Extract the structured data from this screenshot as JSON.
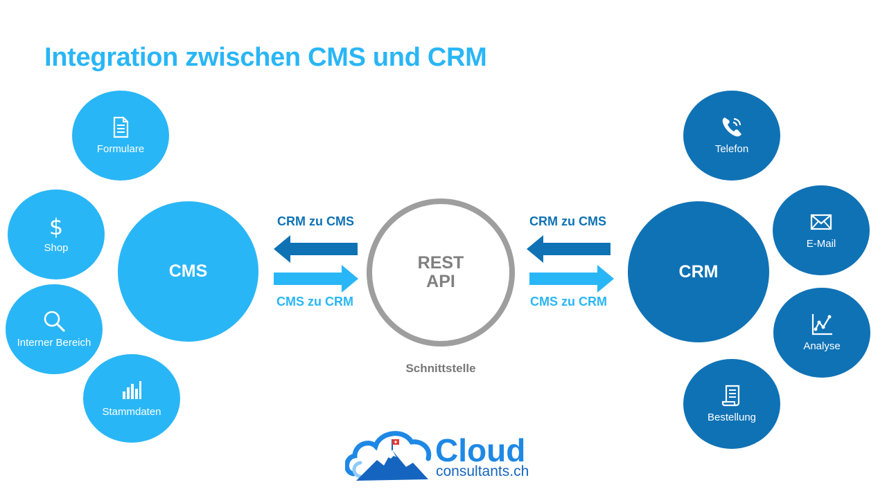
{
  "title": "Integration zwischen CMS und CRM",
  "cms": {
    "label": "CMS",
    "items": [
      {
        "label": "Formulare",
        "icon": "document-icon"
      },
      {
        "label": "Shop",
        "icon": "dollar-icon"
      },
      {
        "label": "Interner Bereich",
        "icon": "search-icon"
      },
      {
        "label": "Stammdaten",
        "icon": "bar-chart-icon"
      }
    ]
  },
  "crm": {
    "label": "CRM",
    "items": [
      {
        "label": "Telefon",
        "icon": "phone-icon"
      },
      {
        "label": "E-Mail",
        "icon": "mail-icon"
      },
      {
        "label": "Analyse",
        "icon": "line-chart-icon"
      },
      {
        "label": "Bestellung",
        "icon": "receipt-icon"
      }
    ]
  },
  "interface": {
    "line1": "REST",
    "line2": "API",
    "caption": "Schnittstelle"
  },
  "flows": {
    "crm_to_cms": "CRM zu CMS",
    "cms_to_crm": "CMS zu CRM"
  },
  "logo": {
    "word": "Cloud",
    "sub": "consultants.ch"
  },
  "colors": {
    "title": "#29b6f6",
    "cms": "#29b6f6",
    "crm": "#0f72b5",
    "ring": "#9e9e9e"
  }
}
